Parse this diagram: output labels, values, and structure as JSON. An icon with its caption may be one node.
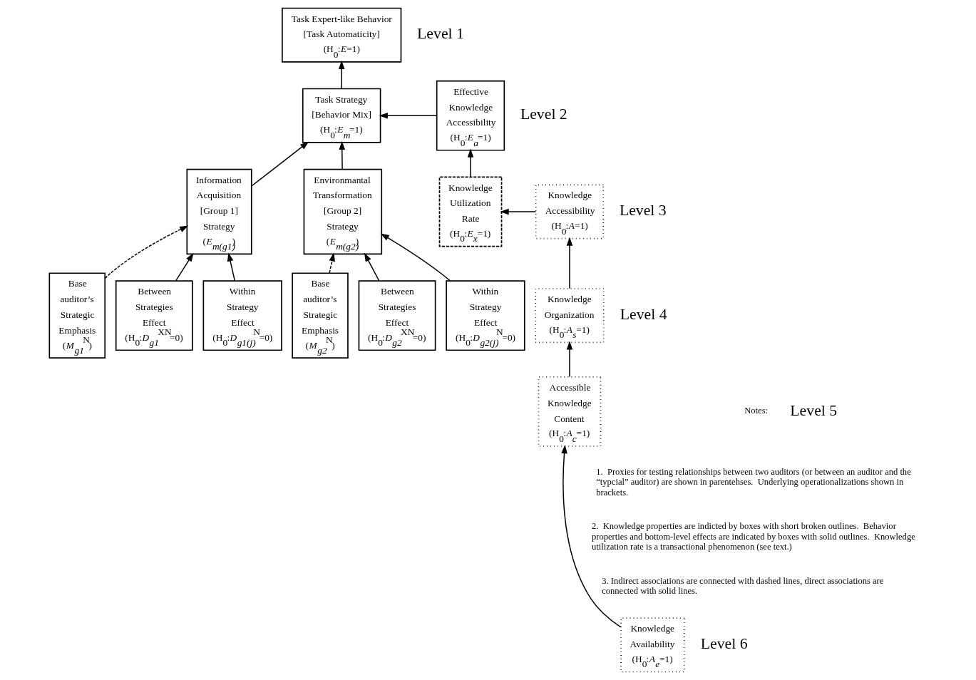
{
  "diagram": {
    "nodes": [
      {
        "text": [
          "Task Expert-like Behavior [Task Automaticity] (H$_{0}$:*E*=1)"
        ]
      },
      {
        "text": [
          "Effective Knowledge Accessibility (H$_{0}$:*E$_{a}$*=1)"
        ]
      },
      {
        "text": [
          "Task Strategy [Behavior Mix] (H$_{0}$:*E$_{m}$*=1)"
        ]
      },
      {
        "text": [
          "Knowledge Accessibility (H$_{0}$:*A*=1)"
        ]
      },
      {
        "text": [
          "Knowledge Utilization Rate (H$_{0}$:*E$_{x}$*=1)"
        ]
      },
      {
        "text": [
          "Information Acquisition [Group 1] Strategy (*E$_{m(g1)}$*)"
        ]
      },
      {
        "text": [
          "Environmantal Transformation [Group 2] Strategy (*E$_{m(g2)}$*)"
        ]
      },
      {
        "text": [
          "Knowledge Organization (H$_{0}$:*A$_{s}$*=1)"
        ]
      },
      {
        "text": [
          "Base auditor’s Strategic Emphasis (*M$_{g1}$*$^{N}$)"
        ]
      },
      {
        "text": [
          "Between Strategies Effect (H$_{0}$:*D$_{g1}$*$^{XN}$=0)"
        ]
      },
      {
        "text": [
          "Within Strategy Effect (H$_{0}$:*D$_{g1(j)}$*$^{N}$=0)"
        ]
      },
      {
        "text": [
          "Base auditor’s Strategic Emphasis (*M$_{g2}$*$^{N}$)"
        ]
      },
      {
        "text": [
          "Between Strategies Effect (H$_{0}$:*D$_{g2}$*$^{XN}$=0)"
        ]
      },
      {
        "text": [
          "Within Strategy Effect (H$_{0}$:*D$_{g2(j)}$*$^{N}$=0)"
        ]
      },
      {
        "text": [
          "Accessible Knowledge Content (H$_{0}$:*A$_{c}$*=1)"
        ]
      },
      {
        "text": [
          "Knowledge Availability (H$_{0}$:*A$_{e}$*=1)"
        ]
      }
    ],
    "edges": [
      {
        "from": 2,
        "to": 0,
        "arrow": "to"
      },
      {
        "from": 1,
        "to": 2,
        "arrow": "to"
      },
      {
        "from": 4,
        "to": 1,
        "arrow": "to"
      },
      {
        "from": 3,
        "to": 4,
        "arrow": "to"
      },
      {
        "from": 5,
        "to": 2,
        "arrow": "to"
      },
      {
        "from": 6,
        "to": 2,
        "arrow": "to"
      },
      {
        "from": 7,
        "to": 3,
        "arrow": "to"
      },
      {
        "from": 8,
        "to": 5,
        "arrow": "to",
        "style": "dashed"
      },
      {
        "from": 9,
        "to": 5,
        "arrow": "to"
      },
      {
        "from": 10,
        "to": 5,
        "arrow": "to"
      },
      {
        "from": 11,
        "to": 6,
        "arrow": "to",
        "style": "dashed"
      },
      {
        "from": 12,
        "to": 6,
        "arrow": "to"
      },
      {
        "from": 13,
        "to": 6,
        "arrow": "to"
      },
      {
        "from": 14,
        "to": 7,
        "arrow": "to"
      },
      {
        "from": 15,
        "to": 14,
        "arrow": "to"
      }
    ],
    "labels": [
      "Level 1",
      "Level 2",
      "Level 3",
      "Level 4",
      "Notes:",
      "1.  Proxies for testing relationships between two auditors (or between an auditor and the “typcial” auditor) are shown in parentehses.  Underlying operationalizations shown in brackets.",
      "Level 5",
      "2.  Knowledge properties are indicted by boxes with short broken outlines.  Behavior properties and bottom-level effects are indicated by boxes with solid outlines.  Knowledge utilization rate is a transactional phenomenon (see text.)",
      "Level 6",
      "3. Indirect associations are connected with dashed lines, direct associations are connected with solid lines."
    ]
  }
}
